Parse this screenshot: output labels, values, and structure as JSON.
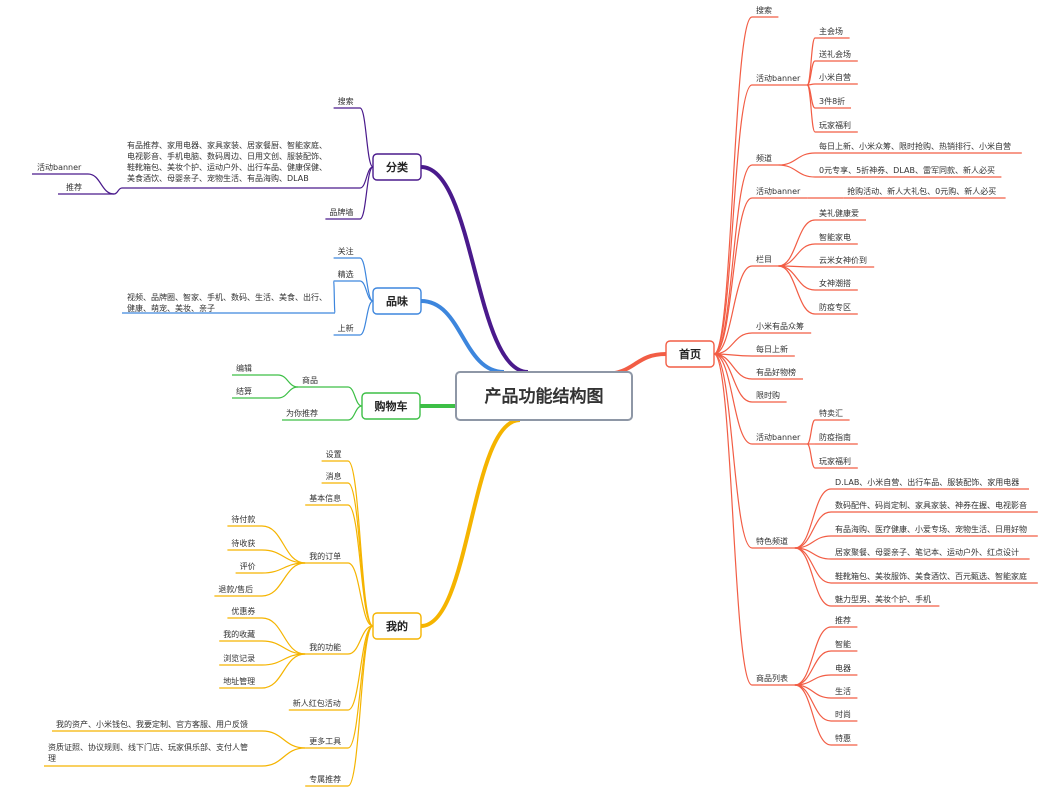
{
  "central": {
    "label": "产品功能结构图"
  },
  "colors": {
    "home": "#f25d45",
    "category": "#4a1a8c",
    "taste": "#3d86dd",
    "cart": "#3dbf46",
    "mine": "#f5b400"
  },
  "branches": {
    "home": {
      "label": "首页",
      "items": [
        {
          "label": "搜索"
        },
        {
          "label": "活动banner",
          "children": [
            "主会场",
            "送礼会场",
            "小米自营",
            "3件8折",
            "玩家福利"
          ]
        },
        {
          "label": "频道",
          "children": [
            "每日上新、小米众筹、限时抢购、热销排行、小米自营",
            "0元专享、5折神券、DLAB、雷军同款、新人必买"
          ]
        },
        {
          "label": "活动banner",
          "children": [
            "抢购活动、新人大礼包、0元购、新人必买"
          ]
        },
        {
          "label": "栏目",
          "children": [
            "美礼健康爱",
            "智能家电",
            "云米女神价到",
            "女神潮搭",
            "防疫专区"
          ]
        },
        {
          "label": "小米有品众筹"
        },
        {
          "label": "每日上新"
        },
        {
          "label": "有品好物榜"
        },
        {
          "label": "限时购"
        },
        {
          "label": "活动banner",
          "children": [
            "特卖汇",
            "防疫指南",
            "玩家福利"
          ]
        },
        {
          "label": "特色频道",
          "children": [
            "D.LAB、小米自营、出行车品、服装配饰、家用电器",
            "数码配件、码尚定制、家具家装、神券在握、电视影音",
            "有品海购、医疗健康、小爱专场、宠物生活、日用好物",
            "居家聚餐、母婴亲子、笔记本、运动户外、红点设计",
            "鞋靴箱包、美妆服饰、美食酒饮、百元甄选、智能家庭",
            "魅力型男、美妆个护、手机"
          ]
        },
        {
          "label": "商品列表",
          "children": [
            "推荐",
            "智能",
            "电器",
            "生活",
            "时尚",
            "特惠"
          ]
        }
      ]
    },
    "category": {
      "label": "分类",
      "items": [
        {
          "label": "搜索"
        },
        {
          "label": "推荐",
          "children": [
            "活动banner"
          ],
          "note_lines": [
            "有品推荐、家用电器、家具家装、居家餐厨、智能家庭、",
            "电视影音、手机电脑、数码周边、日用文创、服装配饰、",
            "鞋靴箱包、美妆个护、运动户外、出行车品、健康保健、",
            "美食酒饮、母婴亲子、宠物生活、有品海购、DLAB"
          ]
        },
        {
          "label": "品牌墙"
        }
      ]
    },
    "taste": {
      "label": "品味",
      "items": [
        {
          "label": "关注"
        },
        {
          "label": "精选",
          "children_lines": [
            "视频、品牌圈、智家、手机、数码、生活、美食、出行、",
            "健康、萌宠、美妆、亲子"
          ]
        },
        {
          "label": "上新"
        }
      ]
    },
    "cart": {
      "label": "购物车",
      "items": [
        {
          "label": "商品",
          "children": [
            "编辑",
            "结算"
          ]
        },
        {
          "label": "为你推荐"
        }
      ]
    },
    "mine": {
      "label": "我的",
      "items": [
        {
          "label": "设置"
        },
        {
          "label": "消息"
        },
        {
          "label": "基本信息"
        },
        {
          "label": "我的订单",
          "children": [
            "待付款",
            "待收获",
            "评价",
            "退款/售后"
          ]
        },
        {
          "label": "我的功能",
          "children": [
            "优惠券",
            "我的收藏",
            "浏览记录",
            "地址管理"
          ]
        },
        {
          "label": "新人红包活动"
        },
        {
          "label": "更多工具",
          "children": [
            "我的资产、小米钱包、我要定制、官方客服、用户反馈"
          ],
          "children_lines": [
            "资质证照、协议规则、线下门店、玩家俱乐部、支付人管",
            "理"
          ]
        },
        {
          "label": "专属推荐"
        }
      ]
    }
  }
}
